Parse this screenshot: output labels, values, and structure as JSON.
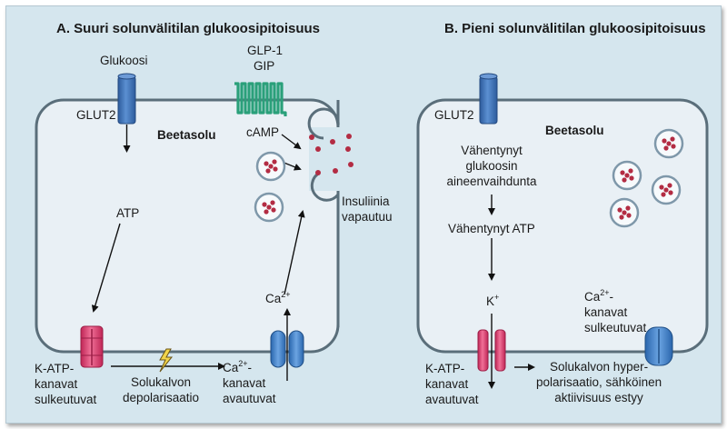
{
  "panel_a": {
    "title": "A. Suuri solunvälitilan glukoosipitoisuus",
    "glucose": "Glukoosi",
    "glut2": "GLUT2",
    "cell": "Beetasolu",
    "glp1": "GLP-1",
    "gip": "GIP",
    "camp": "cAMP",
    "insulin_release_1": "Insuliinia",
    "insulin_release_2": "vapautuu",
    "atp": "ATP",
    "ca_channel": "Ca",
    "ca_channel_sup": "2+",
    "katp_1": "K-ATP-",
    "katp_2": "kanavat",
    "katp_3": "sulkeutuvat",
    "depol_1": "Solukalvon",
    "depol_2": "depolarisaatio",
    "ca_open_ion": "Ca",
    "ca_open_sup": "2+",
    "ca_open_dash": "-",
    "ca_open_2": "kanavat",
    "ca_open_3": "avautuvat"
  },
  "panel_b": {
    "title": "B. Pieni solunvälitilan glukoosipitoisuus",
    "glut2": "GLUT2",
    "cell": "Beetasolu",
    "metab_1": "Vähentynyt",
    "metab_2": "glukoosin",
    "metab_3": "aineenvaihdunta",
    "atp": "Vähentynyt ATP",
    "k_ion": "K",
    "k_sup": "+",
    "ca_ion": "Ca",
    "ca_sup": "2+",
    "ca_dash": "-",
    "ca_closed_2": "kanavat",
    "ca_closed_3": "sulkeutuvat",
    "katp_1": "K-ATP-",
    "katp_2": "kanavat",
    "katp_3": "avautuvat",
    "hyper_1": "Solukalvon hyper-",
    "hyper_2": "polarisaatio, sähköinen",
    "hyper_3": "aktiivisuus estyy"
  },
  "colors": {
    "background": "#d5e6ee",
    "cell_fill": "#e9f0f5",
    "membrane": "#5a6e7a",
    "glut2": "#3e73b8",
    "k_atp_channel": "#e2436f",
    "ca_channel": "#3c7ec6",
    "gpcr": "#2aa07a",
    "insulin_granule": "#b32c43"
  }
}
